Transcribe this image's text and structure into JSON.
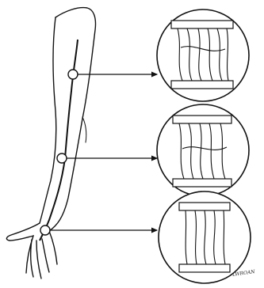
{
  "figure": {
    "subject": "arm-nerve-cross-sections",
    "signature_text": "LWROAN",
    "callouts": [
      {
        "level": "upper-arm",
        "depicts": "nerve-fascicle-cross-section"
      },
      {
        "level": "forearm",
        "depicts": "nerve-fascicle-cross-section"
      },
      {
        "level": "wrist",
        "depicts": "nerve-fascicle-cross-section"
      }
    ],
    "colors": {
      "ink": "#111111",
      "paper": "#ffffff"
    }
  }
}
